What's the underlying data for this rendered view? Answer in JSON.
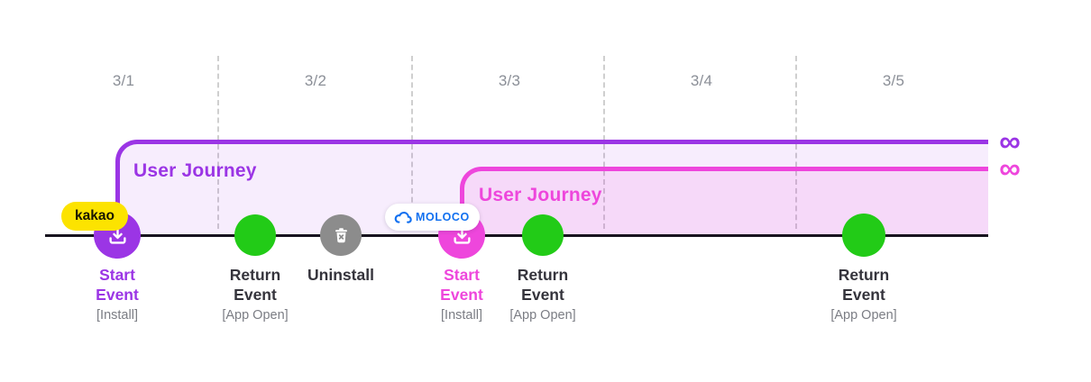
{
  "timeline": {
    "dates": [
      "3/1",
      "3/2",
      "3/3",
      "3/4",
      "3/5"
    ]
  },
  "journeys": [
    {
      "network": "kakao",
      "label": "User Journey",
      "duration_symbol": "∞",
      "color": "#9B35E5"
    },
    {
      "network": "MOLOCO",
      "label": "User Journey",
      "duration_symbol": "∞",
      "color": "#EE46DC"
    }
  ],
  "badges": {
    "kakao": "kakao",
    "moloco": "MOLOCO"
  },
  "events": [
    {
      "title": "Start Event",
      "subtitle": "[Install]",
      "type": "install",
      "network": "kakao"
    },
    {
      "title": "Return Event",
      "subtitle": "[App Open]",
      "type": "return"
    },
    {
      "title": "Uninstall",
      "subtitle": "",
      "type": "uninstall"
    },
    {
      "title": "Start Event",
      "subtitle": "[Install]",
      "type": "install",
      "network": "MOLOCO"
    },
    {
      "title": "Return Event",
      "subtitle": "[App Open]",
      "type": "return"
    },
    {
      "title": "Return Event",
      "subtitle": "[App Open]",
      "type": "return"
    }
  ],
  "colors": {
    "purple": "#9B35E5",
    "pink": "#EE46DC",
    "green": "#22CB17",
    "gray": "#8C8C8C",
    "kakao_yellow": "#FCE300",
    "moloco_blue": "#1170F0",
    "axis_black": "#18141F"
  }
}
